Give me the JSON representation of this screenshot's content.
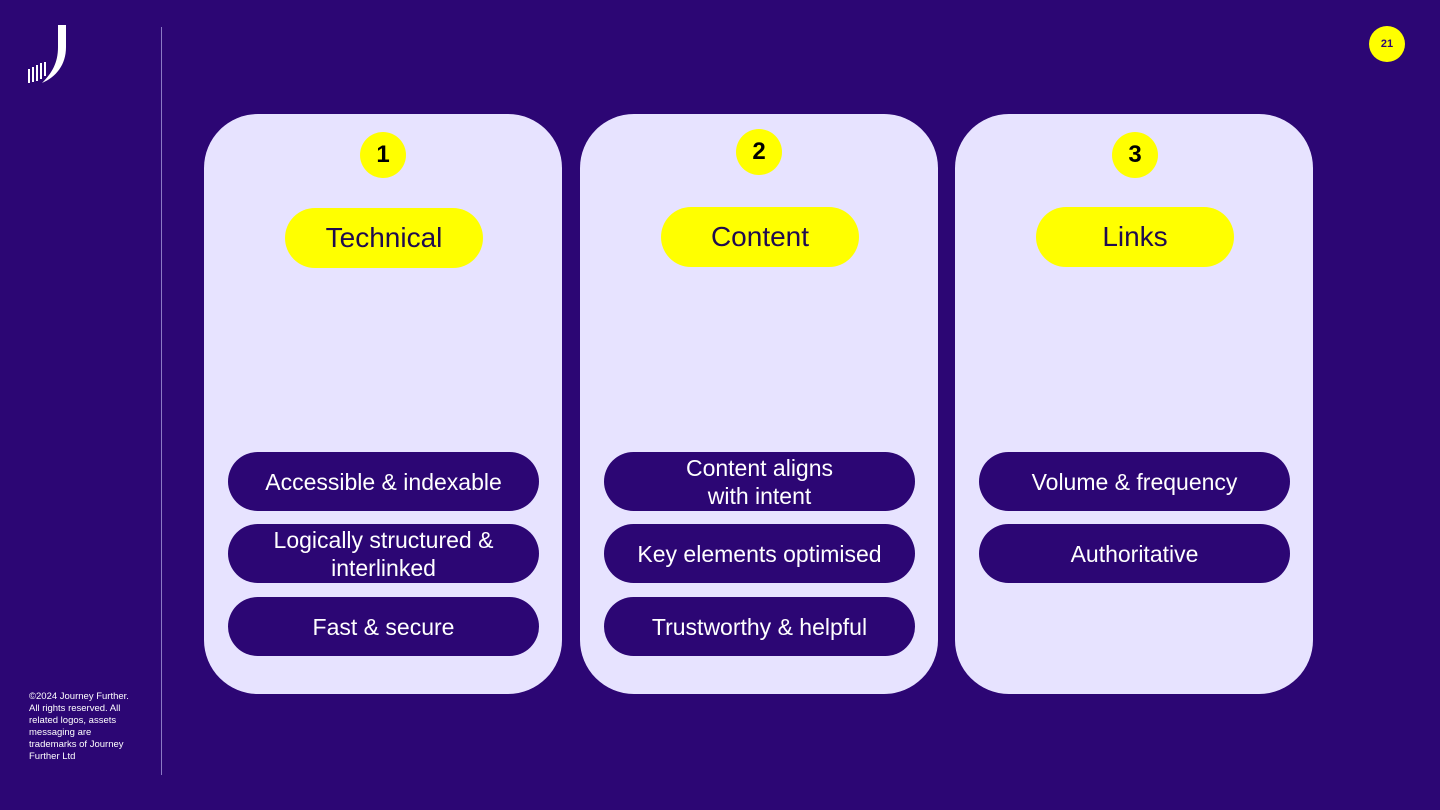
{
  "page_number": "21",
  "copyright": "©2024 Journey Further. All rights reserved. All related logos, assets messaging are trademarks of Journey Further Ltd",
  "colors": {
    "background": "#2c0674",
    "card": "#e7e3ff",
    "accent": "#ffff00",
    "pill": "#2c0674"
  },
  "cards": [
    {
      "number": "1",
      "title": "Technical",
      "items": [
        "Accessible & indexable",
        "Logically structured & interlinked",
        "Fast & secure"
      ]
    },
    {
      "number": "2",
      "title": "Content",
      "items": [
        "Content aligns with intent",
        "Key elements optimised",
        "Trustworthy & helpful"
      ]
    },
    {
      "number": "3",
      "title": "Links",
      "items": [
        "Volume & frequency",
        "Authoritative"
      ]
    }
  ]
}
